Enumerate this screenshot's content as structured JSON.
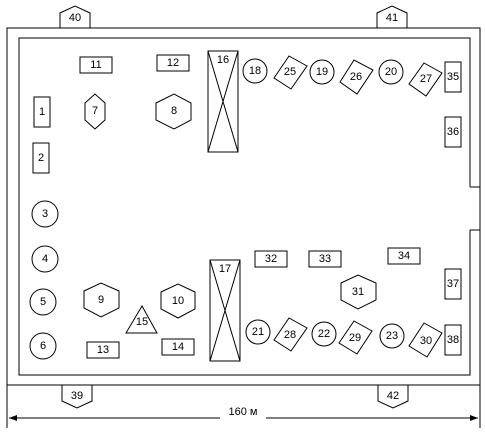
{
  "plan": {
    "dimension_label": "160 м",
    "colors": {
      "line": "#000000",
      "fill": "#ffffff",
      "background": "#ffffff"
    },
    "gates": [
      "40",
      "41",
      "39",
      "42"
    ],
    "rectangles": [
      "1",
      "2",
      "11",
      "12",
      "13",
      "14",
      "32",
      "33",
      "34",
      "35",
      "36",
      "37",
      "38"
    ],
    "circles": [
      "3",
      "4",
      "5",
      "6",
      "18",
      "19",
      "20",
      "21",
      "22",
      "23"
    ],
    "hexagons": [
      "7",
      "8",
      "9",
      "10",
      "31"
    ],
    "diamonds": [
      "25",
      "26",
      "27",
      "28",
      "29",
      "30"
    ],
    "triangles": [
      "15"
    ],
    "crossed_boxes": [
      "16",
      "17"
    ]
  }
}
